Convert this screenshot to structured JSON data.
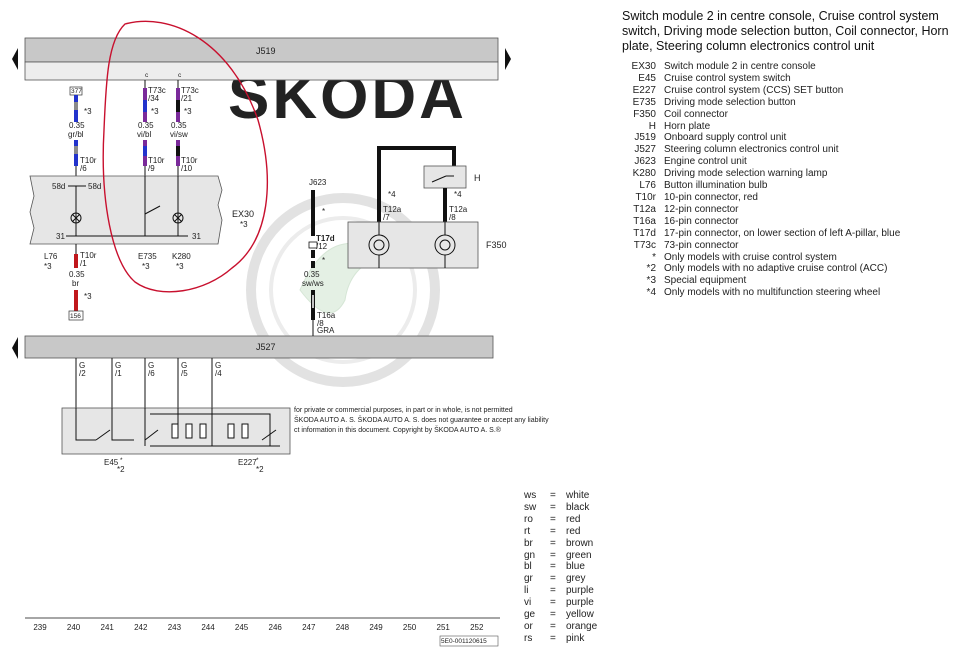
{
  "title": "Switch module 2 in centre console, Cruise control system switch, Driving mode selection button, Coil connector, Horn plate, Steering column electronics control unit",
  "legend": [
    {
      "code": "EX30",
      "desc": "Switch module 2 in centre console"
    },
    {
      "code": "E45",
      "desc": "Cruise control system switch"
    },
    {
      "code": "E227",
      "desc": "Cruise control system (CCS) SET button"
    },
    {
      "code": "E735",
      "desc": "Driving mode selection button"
    },
    {
      "code": "F350",
      "desc": "Coil connector"
    },
    {
      "code": "H",
      "desc": "Horn plate"
    },
    {
      "code": "J519",
      "desc": "Onboard supply control unit"
    },
    {
      "code": "J527",
      "desc": "Steering column electronics control unit"
    },
    {
      "code": "J623",
      "desc": "Engine control unit"
    },
    {
      "code": "K280",
      "desc": "Driving mode selection warning lamp"
    },
    {
      "code": "L76",
      "desc": "Button illumination bulb"
    },
    {
      "code": "T10r",
      "desc": "10-pin connector, red"
    },
    {
      "code": "T12a",
      "desc": "12-pin connector"
    },
    {
      "code": "T16a",
      "desc": "16-pin connector"
    },
    {
      "code": "T17d",
      "desc": "17-pin connector, on lower section of left A-pillar, blue"
    },
    {
      "code": "T73c",
      "desc": "73-pin connector"
    },
    {
      "code": "*",
      "desc": "Only models with cruise control system"
    },
    {
      "code": "*2",
      "desc": "Only models with no adaptive cruise control (ACC)"
    },
    {
      "code": "*3",
      "desc": "Special equipment"
    },
    {
      "code": "*4",
      "desc": "Only models with no multifunction steering wheel"
    }
  ],
  "colors": [
    {
      "code": "ws",
      "name": "white"
    },
    {
      "code": "sw",
      "name": "black"
    },
    {
      "code": "ro",
      "name": "red"
    },
    {
      "code": "rt",
      "name": "red"
    },
    {
      "code": "br",
      "name": "brown"
    },
    {
      "code": "gn",
      "name": "green"
    },
    {
      "code": "bl",
      "name": "blue"
    },
    {
      "code": "gr",
      "name": "grey"
    },
    {
      "code": "li",
      "name": "purple"
    },
    {
      "code": "vi",
      "name": "purple"
    },
    {
      "code": "ge",
      "name": "yellow"
    },
    {
      "code": "or",
      "name": "orange"
    },
    {
      "code": "rs",
      "name": "pink"
    }
  ],
  "diagram": {
    "watermark": "SKODA",
    "copyright": [
      "for private or commercial purposes, in part or in whole, is not permitted",
      "ŠKODA AUTO A. S. ŠKODA AUTO A. S. does not guarantee or accept any liability",
      "ct information in this document. Copyright by ŠKODA AUTO A. S.®"
    ],
    "modules": {
      "j519": "J519",
      "j527": "J527",
      "ex30": "EX30",
      "ex30_note": "*3",
      "f350": "F350",
      "h": "H",
      "j623": "J623",
      "e45": "E45",
      "e45_note": "*",
      "e45_note2": "*2",
      "e227": "E227",
      "e227_note": "*",
      "e227_note2": "*2"
    },
    "wires": {
      "w1": {
        "box": "377",
        "note": "*3",
        "size": "0.35",
        "color": "gr/bl",
        "conn": "T10r",
        "pin": "/6"
      },
      "w2": {
        "c": "c",
        "conn_top": "T73c",
        "pin_top": "/34",
        "note": "*3",
        "size": "0.35",
        "color": "vi/bl",
        "conn": "T10r",
        "pin": "/9"
      },
      "w3": {
        "c": "c",
        "conn_top": "T73c",
        "pin_top": "/21",
        "note": "*3",
        "size": "0.35",
        "color": "vi/sw",
        "conn": "T10r",
        "pin": "/10"
      },
      "w4": {
        "conn": "T10r",
        "pin": "/1",
        "size": "0.35",
        "color": "br",
        "note": "*3",
        "box": "156"
      },
      "j623wire": {
        "conn": "T17d",
        "pin": "/12",
        "size": "0.35",
        "color": "sw/ws",
        "conn_bot": "T16a",
        "pin_bot": "/8",
        "gra": "GRA",
        "star_a": "*",
        "star_b": "*"
      },
      "f1": {
        "conn": "T12a",
        "pin": "/7",
        "note": "*4"
      },
      "f2": {
        "conn": "T12a",
        "pin": "/8",
        "note": "*4"
      },
      "ex_pins": {
        "p58d": "58d",
        "p58d_r": "58d",
        "p31": "31",
        "p31_r": "31"
      },
      "l76": "L76",
      "l76_note": "*3",
      "e735": "E735",
      "e735_note": "*3",
      "k280": "K280",
      "k280_note": "*3"
    },
    "g_pins": [
      {
        "g": "G",
        "pin": "/2"
      },
      {
        "g": "G",
        "pin": "/1"
      },
      {
        "g": "G",
        "pin": "/6"
      },
      {
        "g": "G",
        "pin": "/5"
      },
      {
        "g": "G",
        "pin": "/4"
      }
    ],
    "axis": [
      "239",
      "240",
      "241",
      "242",
      "243",
      "244",
      "245",
      "246",
      "247",
      "248",
      "249",
      "250",
      "251",
      "252"
    ],
    "doc_id": "5E0-001120615",
    "accent": {
      "annotation": "#c8102e",
      "wire_black": "#111111",
      "wire_blue": "#2233cc",
      "wire_purple": "#7a2a9a",
      "wire_red": "#c0171c",
      "wire_grey": "#8a8a8a"
    }
  }
}
